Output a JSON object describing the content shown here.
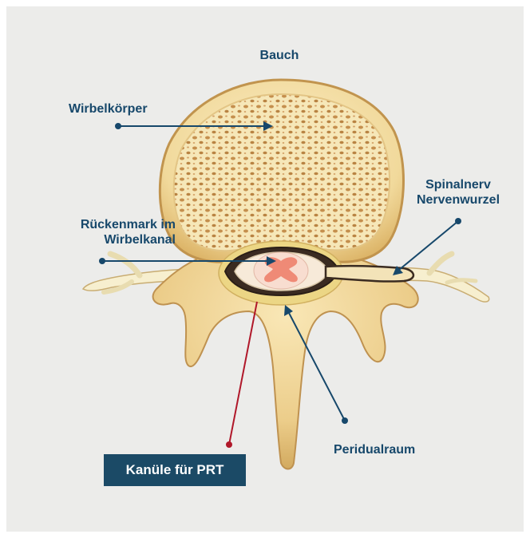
{
  "labels": {
    "abdomen": "Bauch",
    "vertebral_body": "Wirbelkörper",
    "spinal_cord_line1": "Rückenmark im",
    "spinal_cord_line2": "Wirbelkanal",
    "spinal_nerve_line1": "Spinalnerv",
    "spinal_nerve_line2": "Nervenwurzel",
    "epidural_space": "Peridualraum",
    "cannula": "Kanüle für PRT"
  },
  "colors": {
    "label": "#17486b",
    "cannula_box": "#1b4a66",
    "cannula_line": "#b0182a",
    "bone": "#f0dca6",
    "bone_edge": "#cd9f4c"
  }
}
